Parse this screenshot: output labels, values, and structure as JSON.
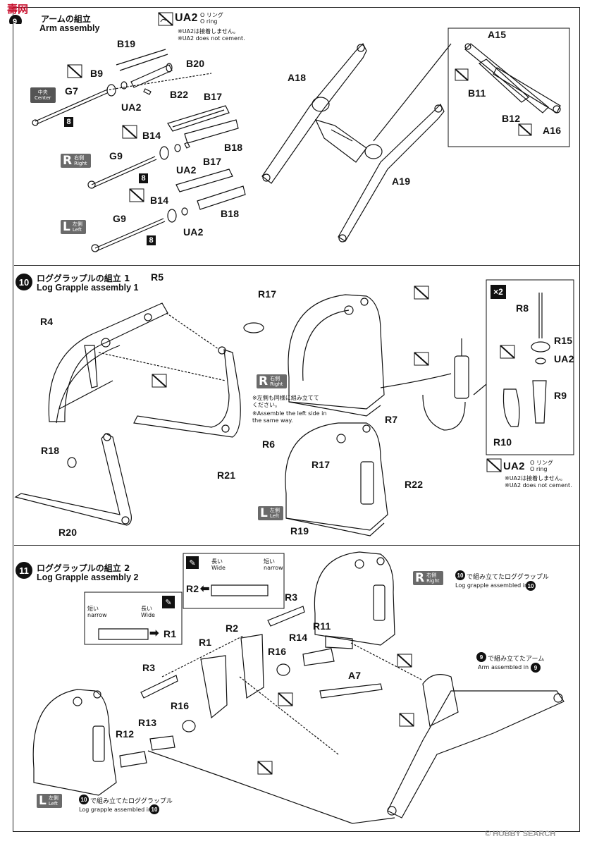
{
  "section9": {
    "title_jp": "アームの組立",
    "title_en": "Arm assembly",
    "logo_text": "壽网",
    "oring": {
      "code": "UA2",
      "jp": "O リング",
      "en": "O ring",
      "note_jp": "※UA2は接着しません。",
      "note_en": "※UA2 does not cement."
    },
    "center_badge": {
      "jp": "中央",
      "en": "Center"
    },
    "right_badge": {
      "letter": "R",
      "jp": "右側",
      "en": "Right"
    },
    "left_badge": {
      "letter": "L",
      "jp": "左側",
      "en": "Left"
    },
    "tag": "8",
    "labels": {
      "B19": "B19",
      "B20": "B20",
      "B9": "B9",
      "G7": "G7",
      "UA2a": "UA2",
      "B22": "B22",
      "B17a": "B17",
      "B14a": "B14",
      "B18a": "B18",
      "G9a": "G9",
      "UA2b": "UA2",
      "B17b": "B17",
      "B14b": "B14",
      "B18b": "B18",
      "G9b": "G9",
      "UA2c": "UA2",
      "A18": "A18",
      "A15": "A15",
      "B11": "B11",
      "B12": "B12",
      "A16": "A16",
      "A19": "A19"
    }
  },
  "section10": {
    "num": "10",
    "title_jp": "ロググラップルの組立 1",
    "title_en": "Log Grapple assembly 1",
    "x2": "×2",
    "right_badge": {
      "letter": "R",
      "jp": "右側",
      "en": "Right"
    },
    "left_badge": {
      "letter": "L",
      "jp": "左側",
      "en": "Left"
    },
    "note_jp": "※左側も同様に組み立ててください。",
    "note_en": "※Assemble the left side in the same way.",
    "oring": {
      "code": "UA2",
      "jp": "O リング",
      "en": "O ring",
      "note_jp": "※UA2は接着しません。",
      "note_en": "※UA2 does not cement."
    },
    "labels": {
      "R5": "R5",
      "R4": "R4",
      "R17a": "R17",
      "R18": "R18",
      "R21": "R21",
      "R20": "R20",
      "R8": "R8",
      "R15": "R15",
      "UA2": "UA2",
      "R9": "R9",
      "R10": "R10",
      "R7": "R7",
      "R6": "R6",
      "R17b": "R17",
      "R22": "R22",
      "R19": "R19"
    }
  },
  "section11": {
    "num": "11",
    "title_jp": "ロググラップルの組立 2",
    "title_en": "Log Grapple assembly 2",
    "short_jp": "短い",
    "short_en": "narrow",
    "long_jp": "長い",
    "long_en": "Wide",
    "right_badge": {
      "letter": "R",
      "jp": "右側",
      "en": "Right"
    },
    "left_badge": {
      "letter": "L",
      "jp": "左側",
      "en": "Left"
    },
    "ref10_jp": "で組み立てたロググラップル",
    "ref10_en": "Log grapple assembled in",
    "ref9_jp": "で組み立てたアーム",
    "ref9_en": "Arm assembled in",
    "labels": {
      "R2": "R2",
      "R1box": "R1",
      "R3a": "R3",
      "R2b": "R2",
      "R11": "R11",
      "R1": "R1",
      "R14": "R14",
      "R16a": "R16",
      "R3b": "R3",
      "A7": "A7",
      "R16b": "R16",
      "R13": "R13",
      "R12": "R12"
    }
  },
  "watermark": "HOBBY SEARCH",
  "watermark_icon": "copyright-icon"
}
